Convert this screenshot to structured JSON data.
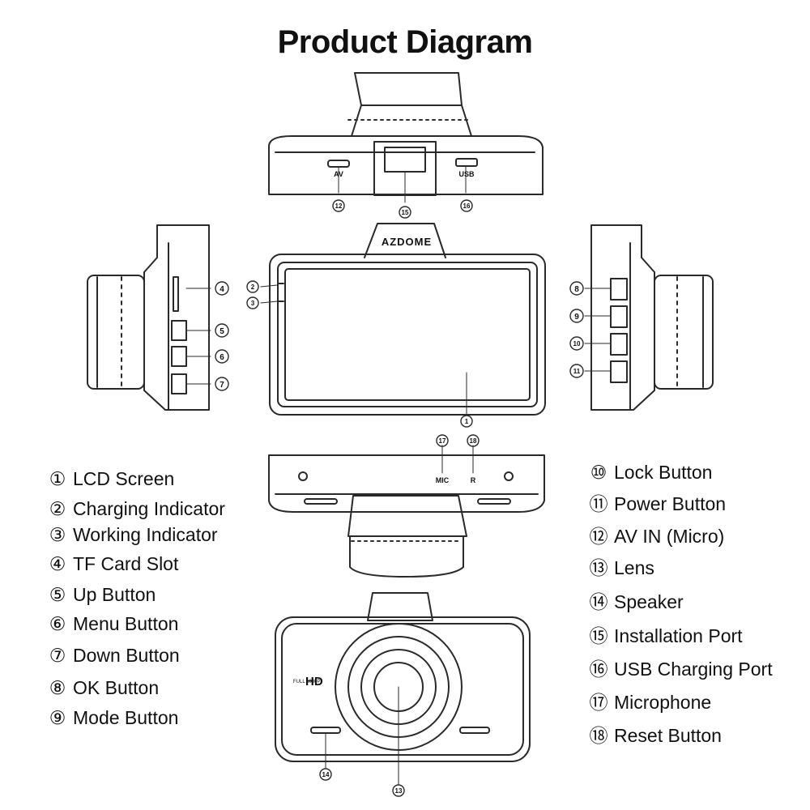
{
  "title": "Product Diagram",
  "brand_label": "AZDOME",
  "port_labels": {
    "av": "AV",
    "usb": "USB",
    "mic": "MIC",
    "reset": "R",
    "full_hd_small": "FULL 1080P",
    "hd": "HD"
  },
  "callouts": [
    "1",
    "2",
    "3",
    "4",
    "5",
    "6",
    "7",
    "8",
    "9",
    "10",
    "11",
    "12",
    "13",
    "14",
    "15",
    "16",
    "17",
    "18"
  ],
  "legend_left": [
    {
      "num": "①",
      "label": "LCD Screen"
    },
    {
      "num": "②",
      "label": "Charging Indicator"
    },
    {
      "num": "③",
      "label": "Working Indicator"
    },
    {
      "num": "④",
      "label": "TF Card Slot"
    },
    {
      "num": "⑤",
      "label": "Up Button"
    },
    {
      "num": "⑥",
      "label": "Menu Button"
    },
    {
      "num": "⑦",
      "label": "Down Button"
    },
    {
      "num": "⑧",
      "label": "OK Button"
    },
    {
      "num": "⑨",
      "label": "Mode Button"
    }
  ],
  "legend_right": [
    {
      "num": "⑩",
      "label": "Lock Button"
    },
    {
      "num": "⑪",
      "label": "Power Button"
    },
    {
      "num": "⑫",
      "label": "AV IN (Micro)"
    },
    {
      "num": "⑬",
      "label": "Lens"
    },
    {
      "num": "⑭",
      "label": "Speaker"
    },
    {
      "num": "⑮",
      "label": "Installation Port"
    },
    {
      "num": "⑯",
      "label": "USB Charging Port"
    },
    {
      "num": "⑰",
      "label": "Microphone"
    },
    {
      "num": "⑱",
      "label": "Reset Button"
    }
  ],
  "colors": {
    "line": "#2a2a2a",
    "text": "#111111",
    "background": "#ffffff"
  }
}
